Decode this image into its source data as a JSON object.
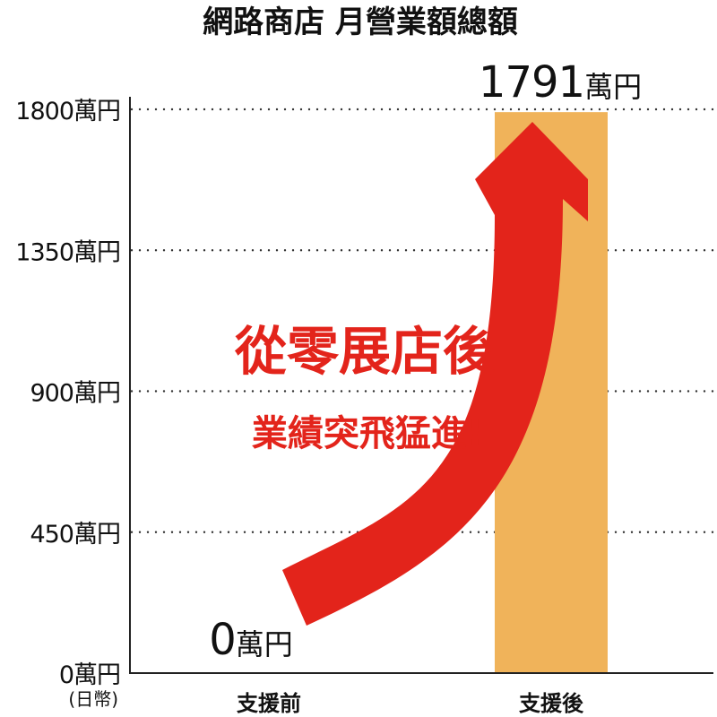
{
  "chart_data": {
    "type": "bar",
    "title": "網路商店 月營業額總額",
    "categories": [
      "支援前",
      "支援後"
    ],
    "series": [
      {
        "values": [
          0,
          1791
        ]
      }
    ],
    "value_labels": [
      {
        "number": "0",
        "unit": "萬円"
      },
      {
        "number": "1791",
        "unit": "萬円"
      }
    ],
    "ylim": [
      0,
      1800
    ],
    "yticks": [
      0,
      450,
      900,
      1350,
      1800
    ],
    "ytick_labels": [
      "0萬円",
      "450萬円",
      "900萬円",
      "1350萬円",
      "1800萬円"
    ],
    "y_unit_note": "(日幣)",
    "grid": true,
    "grid_style": "dotted",
    "annotations": [
      "從零展店後",
      "業績突飛猛進!"
    ]
  },
  "colors": {
    "bar": "#f0b35a",
    "arrow": "#e3241b",
    "text": "#111111",
    "axis": "#222222",
    "grid": "#333333"
  }
}
